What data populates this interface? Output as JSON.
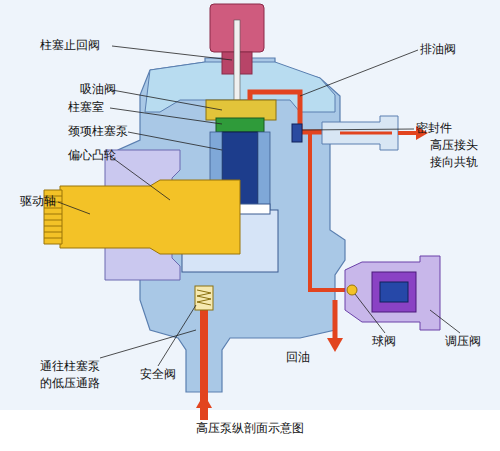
{
  "diagram": {
    "caption": "高压泵纵剖面示意图",
    "labels": [
      "柱塞止回阀",
      "排油阀",
      "吸油阀",
      "柱塞室",
      "密封件",
      "颈项柱塞泵",
      "高压接头 接向共轨",
      "偏心凸轮",
      "驱动轴",
      "回油",
      "球阀",
      "调压阀",
      "通往柱塞泵 的低压通路",
      "安全阀"
    ]
  }
}
